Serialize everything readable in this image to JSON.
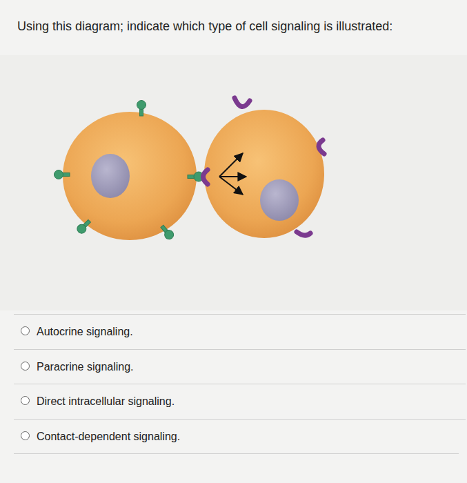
{
  "diagram": {
    "title": "Using this diagram; indicate which type of cell signaling is illustrated:",
    "labels": [
      "Autocrine signaling.",
      "Paracrine signaling.",
      "Direct intracellular signaling.",
      "Contact-dependent signaling."
    ]
  }
}
